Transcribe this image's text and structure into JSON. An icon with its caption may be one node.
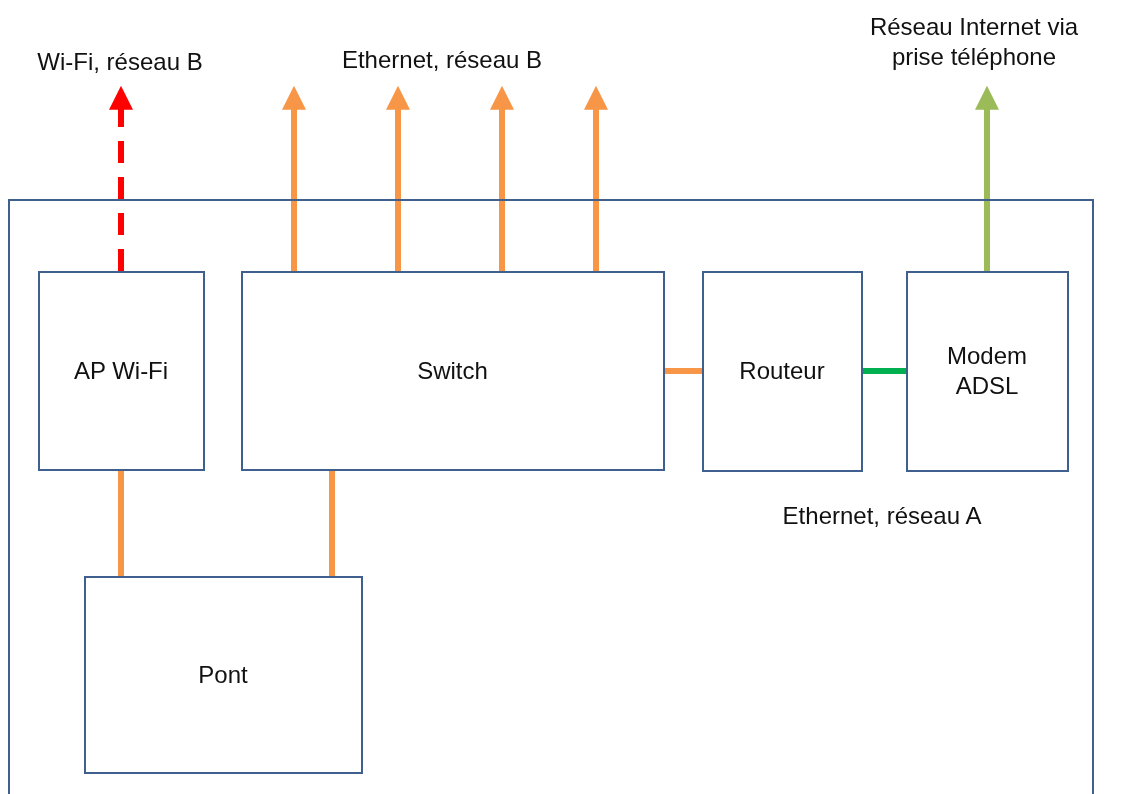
{
  "diagram": {
    "nodes": [
      {
        "text": [],
        "shape": "box"
      },
      {
        "text": [
          "AP Wi-Fi"
        ],
        "in": 0
      },
      {
        "text": [
          "Switch"
        ],
        "in": 0
      },
      {
        "text": [
          "Routeur"
        ],
        "in": 0
      },
      {
        "text": [
          "Modem ADSL"
        ],
        "in": 0
      },
      {
        "text": [
          "Pont"
        ],
        "in": 0
      }
    ],
    "edges": [
      {
        "from": 1,
        "to": null,
        "arrow": "to",
        "style": "dashed",
        "color": "#ff0000"
      },
      {
        "from": 2,
        "to": null,
        "arrow": "to"
      },
      {
        "from": 2,
        "to": null,
        "arrow": "to"
      },
      {
        "from": 2,
        "to": null,
        "arrow": "to"
      },
      {
        "from": 2,
        "to": null,
        "arrow": "to"
      },
      {
        "from": 4,
        "to": null,
        "arrow": "to",
        "color": "#9bbb59"
      },
      {
        "from": 2,
        "to": 3,
        "arrow": "none"
      },
      {
        "from": 3,
        "to": 4,
        "arrow": "none",
        "color": "#00b050"
      },
      {
        "from": 1,
        "to": 5,
        "arrow": "none"
      },
      {
        "from": 2,
        "to": 5,
        "arrow": "none"
      }
    ],
    "labels": [
      "Wi-Fi, réseau B",
      "Ethernet, réseau B",
      "Réseau Internet via prise téléphone",
      "Ethernet, réseau A"
    ]
  }
}
